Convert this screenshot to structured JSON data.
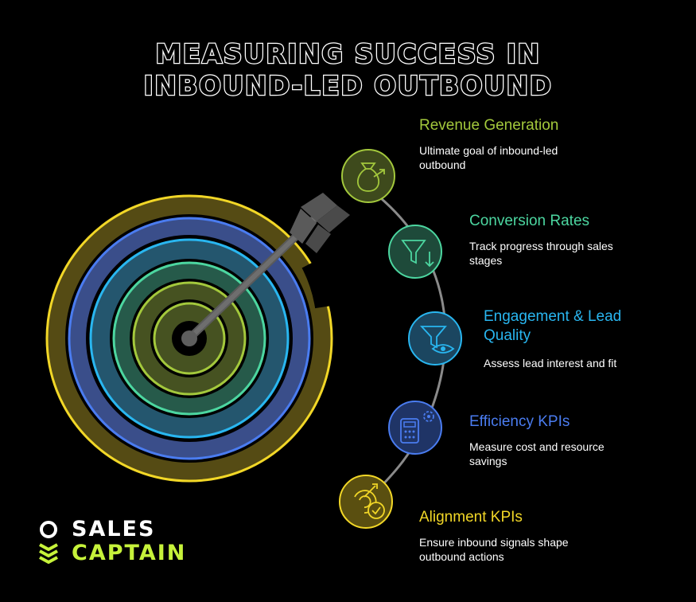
{
  "title": {
    "line1": "MEASURING SUCCESS IN",
    "line2": "INBOUND-LED OUTBOUND"
  },
  "items": [
    {
      "title": "Revenue Generation",
      "desc": "Ultimate goal of inbound-led outbound",
      "color": "#a3c83c",
      "icon": "money-bag-icon"
    },
    {
      "title": "Conversion Rates",
      "desc": "Track progress through sales stages",
      "color": "#4cd6a0",
      "icon": "funnel-icon"
    },
    {
      "title": "Engagement & Lead Quality",
      "desc": "Assess lead interest and fit",
      "color": "#29b6f0",
      "icon": "funnel-eye-icon"
    },
    {
      "title": "Efficiency KPIs",
      "desc": "Measure cost and resource savings",
      "color": "#4a7cf0",
      "icon": "calculator-gear-icon"
    },
    {
      "title": "Alignment KPIs",
      "desc": "Ensure inbound signals shape outbound actions",
      "color": "#f2d727",
      "icon": "target-check-icon"
    }
  ],
  "logo": {
    "line1": "SALES",
    "line2": "CAPTAIN",
    "line1_color": "#ffffff",
    "line2_color": "#c6f23a"
  }
}
